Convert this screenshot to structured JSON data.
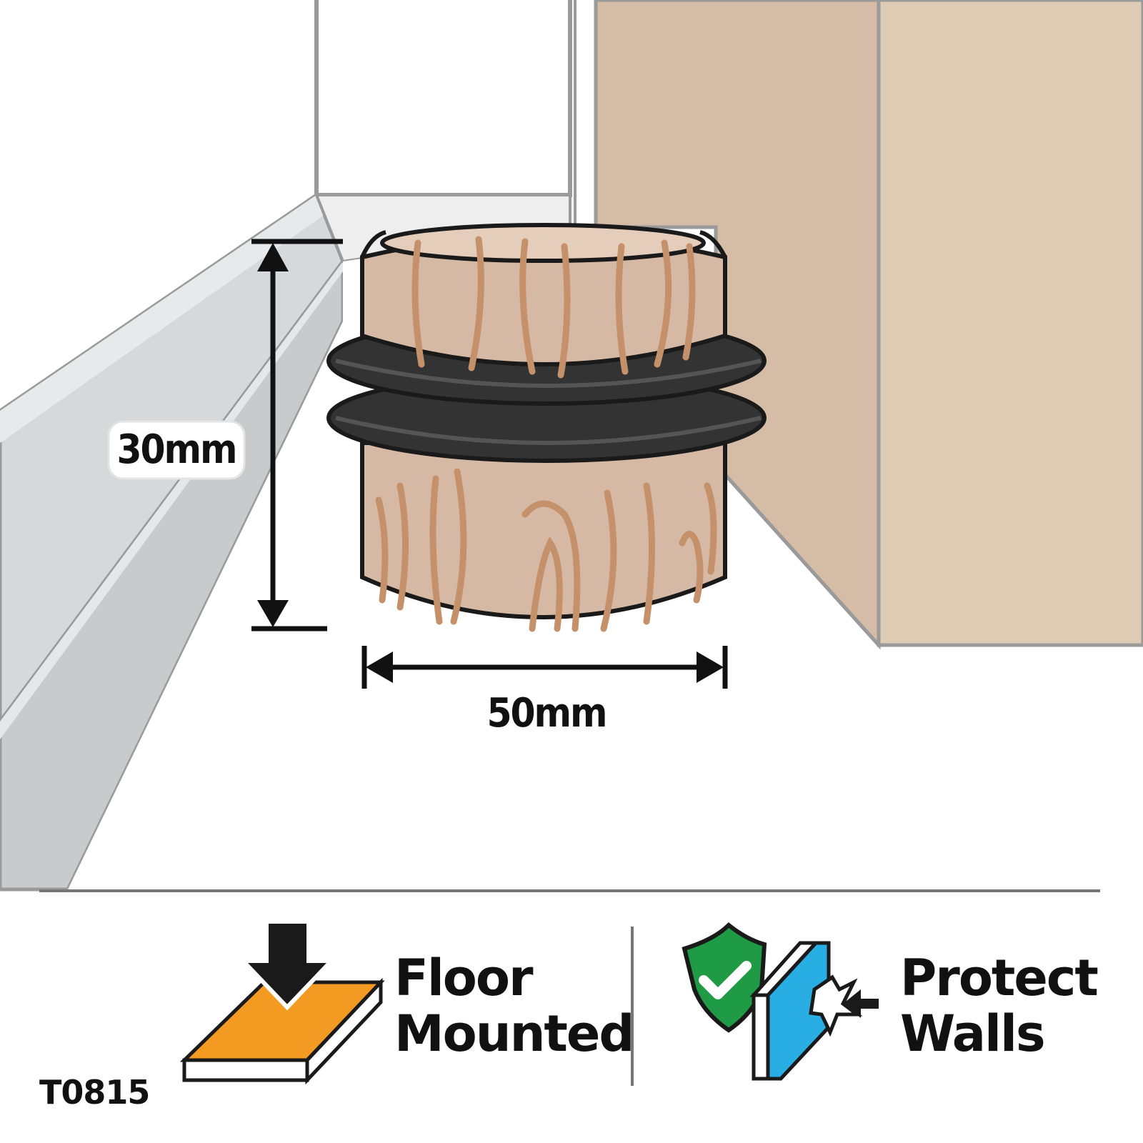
{
  "dimensions": {
    "height_label": "30mm",
    "width_label": "50mm"
  },
  "features": [
    {
      "line1": "Floor",
      "line2": "Mounted",
      "icon": "floor-mount-icon"
    },
    {
      "line1": "Protect",
      "line2": "Walls",
      "icon": "protect-walls-icon"
    }
  ],
  "product_code": "T0815",
  "colors": {
    "wood": "#d6b9a4",
    "wood_grain": "#c4916a",
    "rubber": "#333333",
    "door": "#d4bca6",
    "floor_icon": "#f39a22",
    "shield": "#1f9a45",
    "wall_panel": "#29aee4"
  }
}
